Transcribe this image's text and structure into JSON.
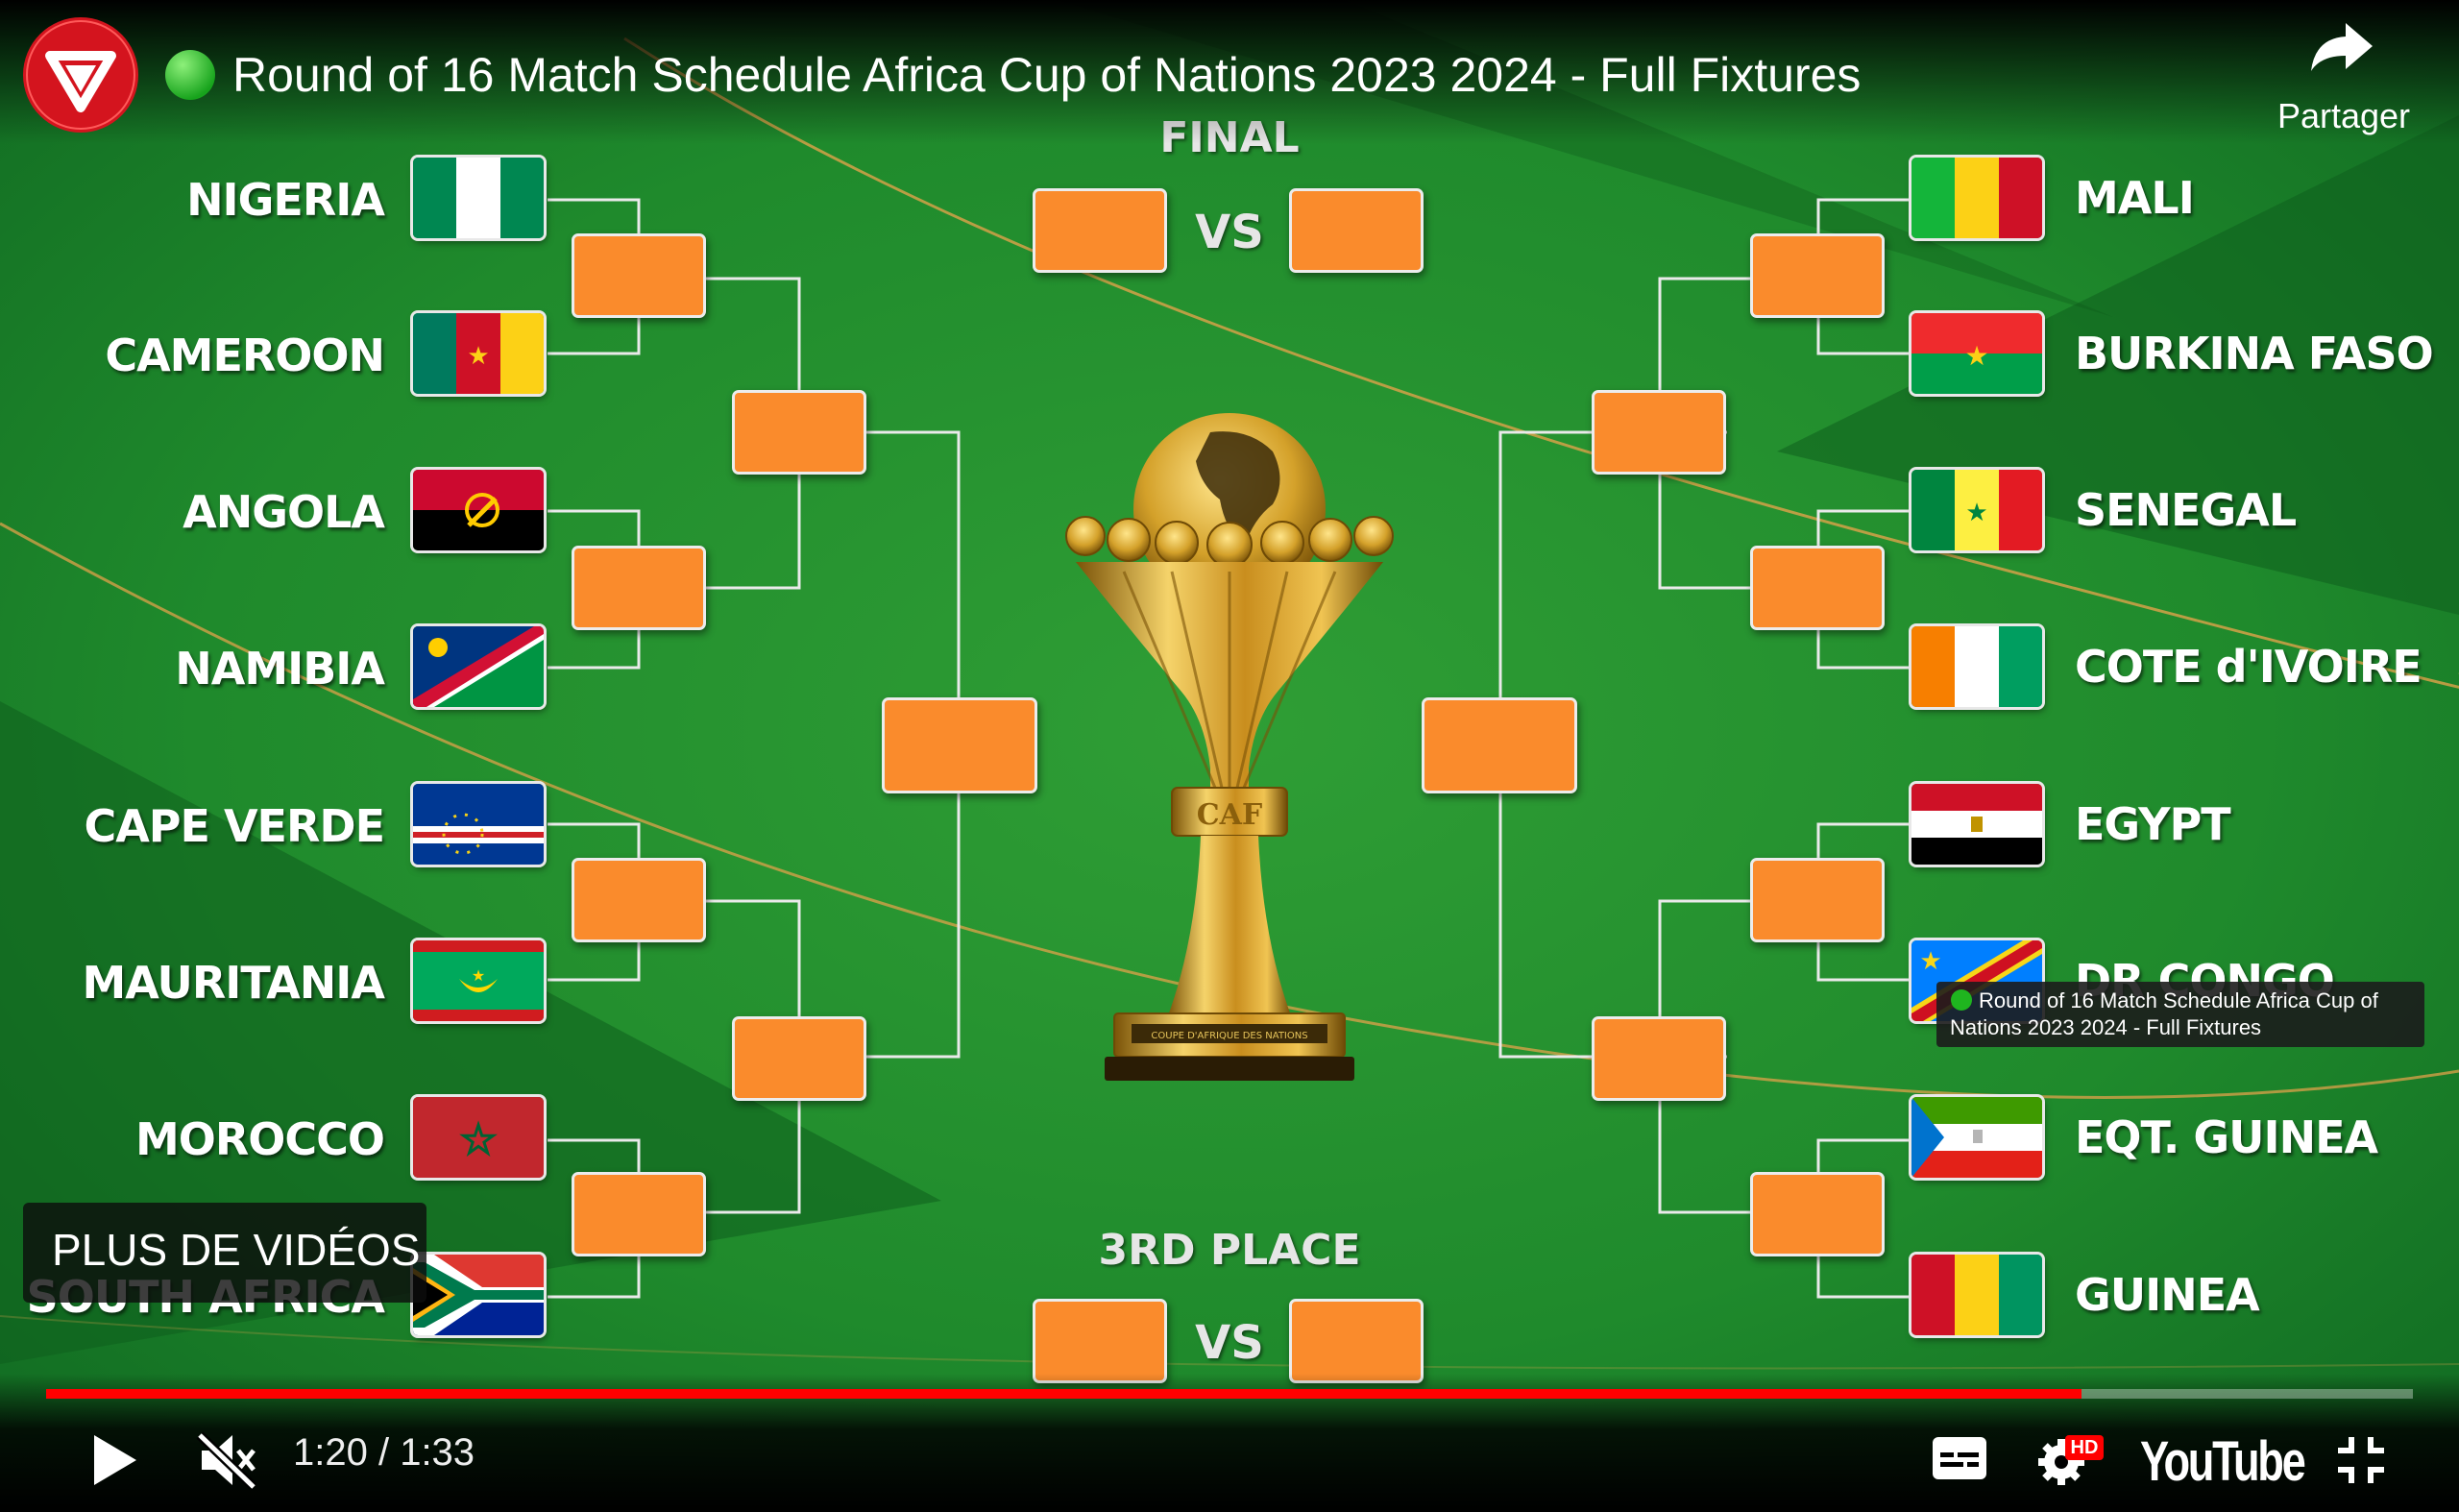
{
  "video_title": "Round of 16 Match Schedule Africa Cup of Nations 2023 2024 - Full Fixtures",
  "share_label": "Partager",
  "more_videos_label": "PLUS DE VIDÉOS",
  "tooltip_text": "Round of 16 Match Schedule Africa Cup of Nations 2023 2024 - Full Fixtures",
  "time_display": "1:20 / 1:33",
  "progress": 0.86,
  "youtube_logo": "YouTube",
  "hd_badge": "HD",
  "colors": {
    "accent": "#ff0000",
    "slot": "#fa8b2c",
    "pitch": "#1f8a2c"
  },
  "bracket": {
    "final_label": "FINAL",
    "final_vs": "VS",
    "third_place_label": "3RD PLACE",
    "third_vs": "VS",
    "trophy_band_text": "CAF",
    "trophy_base_text": "COUPE D'AFRIQUE DES NATIONS"
  },
  "teams_left": [
    {
      "name": "NIGERIA",
      "flag": "nigeria-flag-icon"
    },
    {
      "name": "CAMEROON",
      "flag": "cameroon-flag-icon"
    },
    {
      "name": "ANGOLA",
      "flag": "angola-flag-icon"
    },
    {
      "name": "NAMIBIA",
      "flag": "namibia-flag-icon"
    },
    {
      "name": "CAPE VERDE",
      "flag": "cape-verde-flag-icon"
    },
    {
      "name": "MAURITANIA",
      "flag": "mauritania-flag-icon"
    },
    {
      "name": "MOROCCO",
      "flag": "morocco-flag-icon"
    },
    {
      "name": "SOUTH AFRICA",
      "flag": "south-africa-flag-icon"
    }
  ],
  "teams_right": [
    {
      "name": "MALI",
      "flag": "mali-flag-icon"
    },
    {
      "name": "BURKINA FASO",
      "flag": "burkina-faso-flag-icon"
    },
    {
      "name": "SENEGAL",
      "flag": "senegal-flag-icon"
    },
    {
      "name": "COTE d'IVOIRE",
      "flag": "cote-divoire-flag-icon"
    },
    {
      "name": "EGYPT",
      "flag": "egypt-flag-icon"
    },
    {
      "name": "DR CONGO",
      "flag": "dr-congo-flag-icon"
    },
    {
      "name": "EQT. GUINEA",
      "flag": "equatorial-guinea-flag-icon"
    },
    {
      "name": "GUINEA",
      "flag": "guinea-flag-icon"
    }
  ]
}
